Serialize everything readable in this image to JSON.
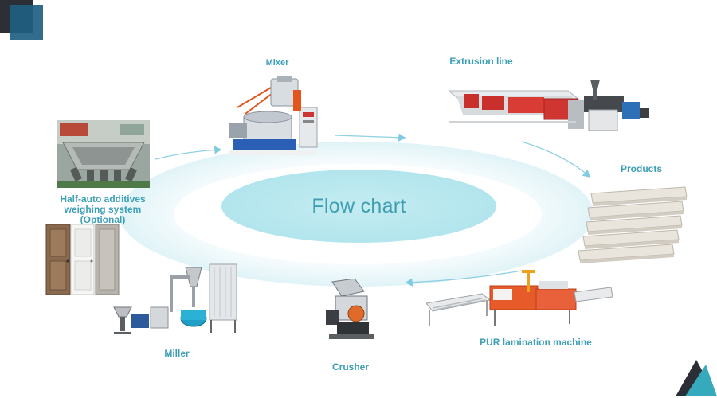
{
  "center_title": "Flow chart",
  "colors": {
    "accent": "#3d9fb6",
    "ring": "#d6f0f5",
    "center": "#b5e6ee",
    "deco_dark": "#2c2f36",
    "deco_blue": "#1f5f82",
    "triangle_teal": "#36a9bd"
  },
  "nodes": [
    {
      "label": "Mixer",
      "icon": "mixer-machine-icon"
    },
    {
      "label": "Extrusion line",
      "icon": "extrusion-line-icon"
    },
    {
      "label": "Products",
      "icon": "wpc-panels-icon"
    },
    {
      "label": "PUR lamination machine",
      "icon": "lamination-machine-icon"
    },
    {
      "label": "Crusher",
      "icon": "crusher-machine-icon"
    },
    {
      "label": "Miller",
      "icon": "miller-machine-icon"
    },
    {
      "label": "Half-auto additives weighing system (Optional)",
      "icon": "weighing-system-icon"
    }
  ],
  "doors_icon": "doors-icon"
}
